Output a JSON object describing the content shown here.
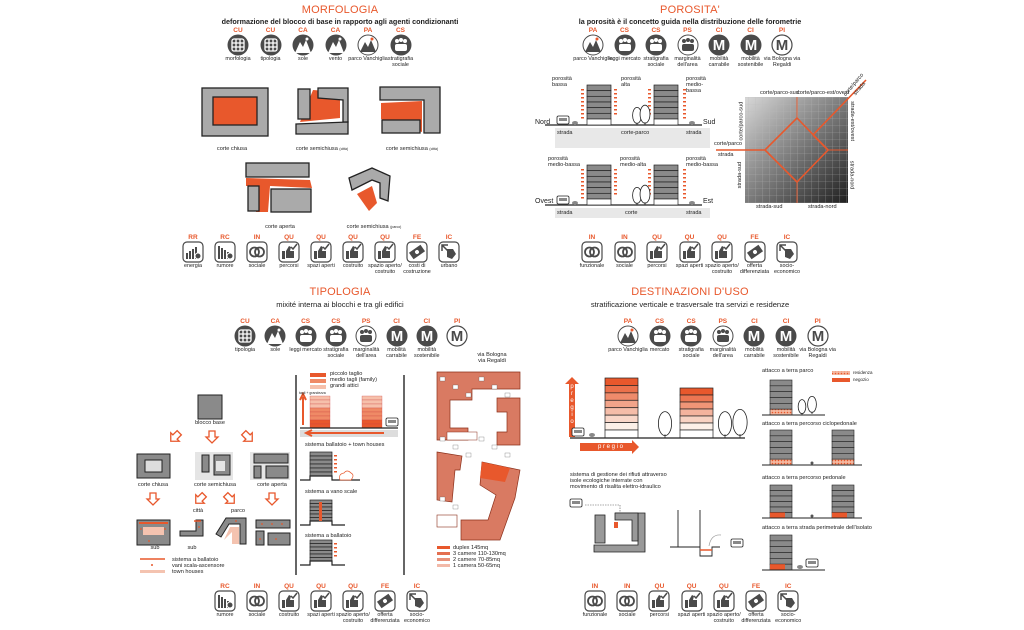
{
  "colors": {
    "accent": "#e8582c",
    "dark": "#4a4a4a",
    "gray": "#a9a9a9"
  },
  "morfologia": {
    "title": "MORFOLOGIA",
    "subtitle": "deformazione del blocco di base in rapporto agli agenti condizionanti",
    "icons": [
      {
        "code": "CU",
        "label": "morfologia",
        "icon": "grid-icon"
      },
      {
        "code": "CU",
        "label": "tipologia",
        "icon": "grid-icon"
      },
      {
        "code": "CA",
        "label": "sole",
        "icon": "mountain-icon"
      },
      {
        "code": "CA",
        "label": "vento",
        "icon": "mountain-icon"
      },
      {
        "code": "PA",
        "label": "parco Vanchiglia",
        "icon": "park-icon"
      },
      {
        "code": "CS",
        "label": "stratigrafia sociale",
        "icon": "people-icon"
      }
    ],
    "shapes": {
      "corte_chiusa": "corte chiusa",
      "corte_semichiusa_1": "corte semichiusa",
      "corte_semichiusa_1_note": "(città)",
      "corte_semichiusa_2": "corte semichiusa",
      "corte_semichiusa_2_note": "(città)",
      "corte_aperta": "corte aperta",
      "corte_semichiusa_3": "corte semichiusa",
      "corte_semichiusa_3_note": "(parco)"
    },
    "bottom_icons": [
      {
        "code": "RR",
        "label": "energia",
        "icon": "bars-icon"
      },
      {
        "code": "RC",
        "label": "rumore",
        "icon": "noise-icon"
      },
      {
        "code": "IN",
        "label": "sociale",
        "icon": "rings-icon"
      },
      {
        "code": "QU",
        "label": "percorsi",
        "icon": "thumb-icon"
      },
      {
        "code": "QU",
        "label": "spazi aperti",
        "icon": "thumb-icon"
      },
      {
        "code": "QU",
        "label": "costruito",
        "icon": "thumb-icon"
      },
      {
        "code": "QU",
        "label": "spazio aperto/ costruito",
        "icon": "thumb-icon"
      },
      {
        "code": "FE",
        "label": "costi di costruzione",
        "icon": "money-icon"
      },
      {
        "code": "IC",
        "label": "urbano",
        "icon": "hand-icon"
      }
    ]
  },
  "porosita": {
    "title": "POROSITA'",
    "subtitle": "la porosità è il concetto guida nella distribuzione delle forometrie",
    "icons": [
      {
        "code": "PA",
        "label": "parco Vanchiglia",
        "icon": "park-icon"
      },
      {
        "code": "CS",
        "label": "leggi mercato",
        "icon": "people-icon"
      },
      {
        "code": "CS",
        "label": "stratigrafia sociale",
        "icon": "people-icon"
      },
      {
        "code": "PS",
        "label": "marginalità dell'area",
        "icon": "people-outline-icon"
      },
      {
        "code": "CI",
        "label": "mobilità carrabile",
        "icon": "metro-icon"
      },
      {
        "code": "CI",
        "label": "mobilità sostenibile",
        "icon": "metro-icon"
      },
      {
        "code": "PI",
        "label": "via Bologna via Regaldi",
        "icon": "metro-outline-icon"
      }
    ],
    "section1": {
      "labels": [
        "porosità bassa",
        "porosità alta",
        "porosità medio-bassa"
      ],
      "left": "Nord",
      "right": "Sud",
      "ground": [
        "strada",
        "corte-parco",
        "strada"
      ]
    },
    "section2": {
      "labels": [
        "porosità medio-bassa",
        "porosità medio-alta",
        "porosità medio-bassa"
      ],
      "left": "Ovest",
      "right": "Est",
      "ground": [
        "strada",
        "corte",
        "strada"
      ]
    },
    "matrix": {
      "top": [
        "corte/parco-sud",
        "corte/parco-est/ovest"
      ],
      "bottom": [
        "strada-sud",
        "strada-nord"
      ],
      "left": [
        "corte/parco-sud",
        "strada-sud"
      ],
      "right": [
        "strada-est/ovest",
        "strada-nord"
      ],
      "left_key": [
        "corte/parco",
        "strada"
      ],
      "corner_key": [
        "corte/parco",
        "strada"
      ]
    },
    "bottom_icons": [
      {
        "code": "IN",
        "label": "funzionale",
        "icon": "rings-icon"
      },
      {
        "code": "IN",
        "label": "sociale",
        "icon": "rings-icon"
      },
      {
        "code": "QU",
        "label": "percorsi",
        "icon": "thumb-icon"
      },
      {
        "code": "QU",
        "label": "spazi aperti",
        "icon": "thumb-icon"
      },
      {
        "code": "QU",
        "label": "spazio aperto/ costruito",
        "icon": "thumb-icon"
      },
      {
        "code": "FE",
        "label": "offerta differenziata",
        "icon": "money-icon"
      },
      {
        "code": "IC",
        "label": "socio-economico",
        "icon": "hand-icon"
      }
    ]
  },
  "tipologia": {
    "title": "TIPOLOGIA",
    "subtitle": "mixité interna ai blocchi e tra gli edifici",
    "icons": [
      {
        "code": "CU",
        "label": "tipologia",
        "icon": "grid-icon"
      },
      {
        "code": "CA",
        "label": "sole",
        "icon": "mountain-icon"
      },
      {
        "code": "CS",
        "label": "leggi mercato",
        "icon": "people-icon"
      },
      {
        "code": "CS",
        "label": "stratigrafia sociale",
        "icon": "people-icon"
      },
      {
        "code": "PS",
        "label": "marginalità dell'area",
        "icon": "people-outline-icon"
      },
      {
        "code": "CI",
        "label": "mobilità carrabile",
        "icon": "metro-icon"
      },
      {
        "code": "CI",
        "label": "mobilità sostenibile",
        "icon": "metro-icon"
      },
      {
        "code": "PI",
        "label": "",
        "icon": "metro-outline-icon"
      }
    ],
    "extra_label": "via Bologna via Regaldi",
    "tree": {
      "base": "blocco base",
      "level1": [
        "corte chiusa",
        "corte semichiusa",
        "corte aperta"
      ],
      "citta": "città",
      "parco": "parco",
      "sub": [
        "sub",
        "sub"
      ]
    },
    "legend": [
      "sistema a ballatoio",
      "vani scala-ascensore",
      "town houses"
    ],
    "cuts_legend": [
      "piccolo taglio",
      "medio tagli (family)",
      "grandi attici"
    ],
    "cuts_axis": "tagli + grandezza",
    "systems": [
      "sistema ballatoio + town houses",
      "sistema a vano scale",
      "sistema a ballatoio"
    ],
    "plan_legend": [
      "duplex 145mq",
      "3 camere 110-130mq",
      "2 camere 70-85mq",
      "1 camera 50-65mq"
    ],
    "bottom_icons": [
      {
        "code": "RC",
        "label": "rumore",
        "icon": "noise-icon"
      },
      {
        "code": "IN",
        "label": "sociale",
        "icon": "rings-icon"
      },
      {
        "code": "QU",
        "label": "costruito",
        "icon": "thumb-icon"
      },
      {
        "code": "QU",
        "label": "spazi aperti",
        "icon": "thumb-icon"
      },
      {
        "code": "QU",
        "label": "spazio aperto/ costruito",
        "icon": "thumb-icon"
      },
      {
        "code": "FE",
        "label": "offerta differenziata",
        "icon": "money-icon"
      },
      {
        "code": "IC",
        "label": "socio-economico",
        "icon": "hand-icon"
      }
    ]
  },
  "destinazioni": {
    "title": "DESTINAZIONI D'USO",
    "subtitle": "stratificazione verticale e trasversale tra servizi e residenze",
    "icons": [
      {
        "code": "PA",
        "label": "parco Vanchiglia",
        "icon": "park-icon"
      },
      {
        "code": "CS",
        "label": "mercato",
        "icon": "people-icon"
      },
      {
        "code": "CS",
        "label": "stratigrafia sociale",
        "icon": "people-icon"
      },
      {
        "code": "PS",
        "label": "marginalità dell'area",
        "icon": "people-outline-icon"
      },
      {
        "code": "CI",
        "label": "mobilità carrabile",
        "icon": "metro-icon"
      },
      {
        "code": "CI",
        "label": "mobilità sostenibile",
        "icon": "metro-icon"
      },
      {
        "code": "PI",
        "label": "via Bologna via Regaldi",
        "icon": "metro-outline-icon"
      }
    ],
    "pregio_v": "p r e g i o",
    "pregio_h": "p r e g i o",
    "waste_text": "sistema di gestione dei rifiuti attraverso isole ecologiche interrate con movimento di risalita elettro-idraulico",
    "legend": [
      "residenza",
      "negozio"
    ],
    "attacchi": [
      "attacco a terra parco",
      "attacco a terra percorso ciclopedonale",
      "attacco a terra percorso pedonale",
      "attacco a terra strada perimetrale dell'isolato"
    ],
    "bottom_icons": [
      {
        "code": "IN",
        "label": "funzionale",
        "icon": "rings-icon"
      },
      {
        "code": "IN",
        "label": "sociale",
        "icon": "rings-icon"
      },
      {
        "code": "QU",
        "label": "percorsi",
        "icon": "thumb-icon"
      },
      {
        "code": "QU",
        "label": "spazi aperti",
        "icon": "thumb-icon"
      },
      {
        "code": "QU",
        "label": "spazio aperto/ costruito",
        "icon": "thumb-icon"
      },
      {
        "code": "FE",
        "label": "offerta differenziata",
        "icon": "money-icon"
      },
      {
        "code": "IC",
        "label": "socio-economico",
        "icon": "hand-icon"
      }
    ]
  }
}
